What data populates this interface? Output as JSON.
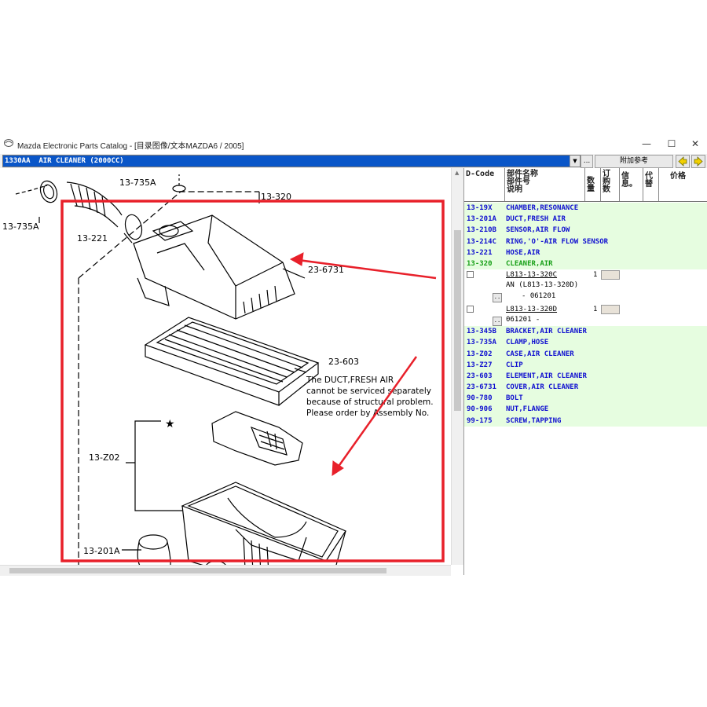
{
  "window": {
    "title": "Mazda Electronic Parts Catalog - [目录图像/文本MAZDA6 / 2005]",
    "controls": [
      "—",
      "☐",
      "✕"
    ]
  },
  "toolbar": {
    "selection": "1330AA  AIR CLEANER (2000CC)",
    "dots_label": "...",
    "ref_label": "附加参考"
  },
  "diagram": {
    "labels": [
      "13-735A",
      "13-735A",
      "13-221",
      "13-320",
      "23-6731",
      "23-603",
      "13-Z02",
      "13-201A",
      "★"
    ],
    "note": [
      "The DUCT,FRESH AIR",
      "cannot be serviced separately",
      "because of structural problem.",
      "Please order by Assembly No."
    ]
  },
  "table": {
    "headers": {
      "dcode": "D-Code",
      "name": [
        "部件名称",
        "部件号",
        "说明"
      ],
      "qty": [
        "数",
        "量"
      ],
      "order": [
        "订",
        "购",
        "数"
      ],
      "info": [
        "信",
        "息。"
      ],
      "sub": [
        "代",
        "替"
      ],
      "price": "价格"
    },
    "rows": [
      {
        "code": "13-19X",
        "name": "CHAMBER,RESONANCE"
      },
      {
        "code": "13-201A",
        "name": "DUCT,FRESH AIR"
      },
      {
        "code": "13-210B",
        "name": "SENSOR,AIR FLOW"
      },
      {
        "code": "13-214C",
        "name": "RING,'O'-AIR FLOW SENSOR"
      },
      {
        "code": "13-221",
        "name": "HOSE,AIR"
      },
      {
        "code": "13-320",
        "name": "CLEANER,AIR"
      }
    ],
    "subrows": [
      {
        "part": "L813-13-320C",
        "qty": "1",
        "line2": "AN (L813-13-320D)",
        "line3": "- 061201"
      },
      {
        "part": "L813-13-320D",
        "qty": "1",
        "line2": "061201  -"
      }
    ],
    "rows2": [
      {
        "code": "13-345B",
        "name": "BRACKET,AIR CLEANER"
      },
      {
        "code": "13-735A",
        "name": "CLAMP,HOSE"
      },
      {
        "code": "13-Z02",
        "name": "CASE,AIR CLEANER"
      },
      {
        "code": "13-Z27",
        "name": "CLIP"
      },
      {
        "code": "23-603",
        "name": "ELEMENT,AIR CLEANER"
      },
      {
        "code": "23-6731",
        "name": "COVER,AIR CLEANER"
      },
      {
        "code": "90-780",
        "name": "BOLT"
      },
      {
        "code": "90-906",
        "name": "NUT,FLANGE"
      },
      {
        "code": "99-175",
        "name": "SCREW,TAPPING"
      }
    ]
  },
  "colors": {
    "highlight_box": "#e8202a",
    "selection_bg": "#0a56c8",
    "row_bg": "#e6fde0",
    "row_text": "#1010d0",
    "current_row_text": "#18a018"
  }
}
